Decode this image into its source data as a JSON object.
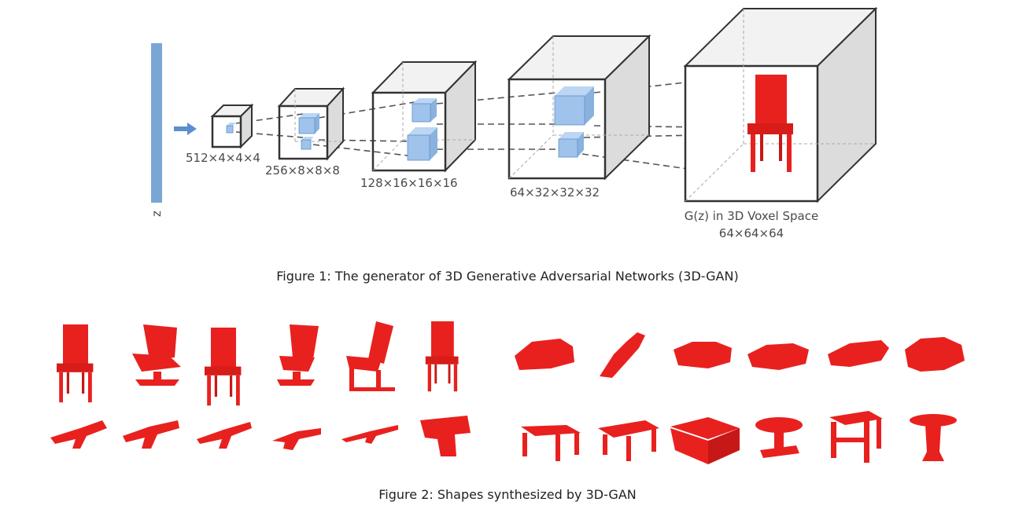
{
  "figure1": {
    "z_label": "z",
    "layers": [
      {
        "label": "512×4×4×4"
      },
      {
        "label": "256×8×8×8"
      },
      {
        "label": "128×16×16×16"
      },
      {
        "label": "64×32×32×32"
      }
    ],
    "output_label_line1": "G(z) in 3D Voxel Space",
    "output_label_line2": "64×64×64",
    "caption": "Figure 1: The generator of 3D Generative Adversarial Networks (3D-GAN)",
    "colors": {
      "vector": "#7aa6d6",
      "cube_edge": "#333333",
      "small_cube": "#9fc3ea",
      "shape": "#e8211f"
    }
  },
  "figure2": {
    "caption": "Figure 2: Shapes synthesized by 3D-GAN",
    "rows": [
      {
        "left_group": "chairs",
        "right_group": "cars"
      },
      {
        "left_group": "guns",
        "right_group": "tables"
      }
    ]
  }
}
